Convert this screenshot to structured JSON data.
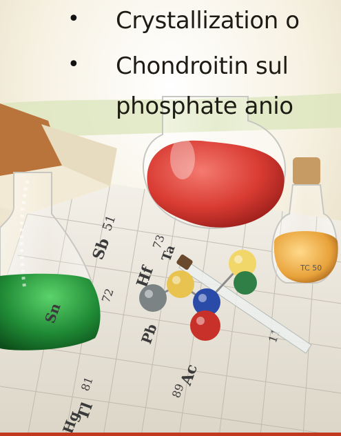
{
  "slide": {
    "bullets": [
      {
        "marker": "•",
        "text": "Crystallization o"
      },
      {
        "marker": "•",
        "text": "Chondroitin sul"
      }
    ],
    "continuation": "phosphate anio"
  },
  "periodic_table": {
    "tiles": [
      {
        "symbol": "Sb",
        "number": "51"
      },
      {
        "symbol": "Hf",
        "number": "72"
      },
      {
        "symbol": "Ta",
        "number": "73"
      },
      {
        "symbol": "Pb",
        "number": ""
      },
      {
        "symbol": "Ac",
        "number": "89"
      },
      {
        "symbol": "Tl",
        "number": "81"
      },
      {
        "symbol": "Hg",
        "number": ""
      },
      {
        "symbol": "Sn",
        "number": ""
      },
      {
        "symbol": "11",
        "number": ""
      }
    ]
  },
  "flask_tag": "TC 50",
  "colors": {
    "background": "#efe6cf",
    "green_liquid": "#1f8a35",
    "red_liquid": "#d93c33",
    "amber_liquid": "#e8a23a",
    "accent_bar": "#c0391f"
  }
}
